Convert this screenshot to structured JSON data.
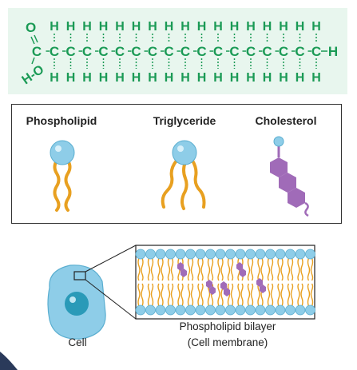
{
  "fatty_acid": {
    "h_atom": "H",
    "c_atom": "C",
    "carbon_chain_length": 17,
    "carboxyl_oxygen": "O",
    "hydroxyl_label": "H-O",
    "color": "#1a9a55",
    "background": "#e8f6ee"
  },
  "lipids": {
    "phospholipid_label": "Phospholipid",
    "triglyceride_label": "Triglyceride",
    "cholesterol_label": "Cholesterol"
  },
  "membrane": {
    "cell_label": "Cell",
    "bilayer_label_line1": "Phospholipid bilayer",
    "bilayer_label_line2": "(Cell membrane)"
  },
  "colors": {
    "head_blue": "#8ecde8",
    "tail_orange": "#e8a020",
    "cholesterol_purple": "#a06bb8",
    "cell_fill": "#8ecde8",
    "nucleus": "#2a9ab8"
  }
}
